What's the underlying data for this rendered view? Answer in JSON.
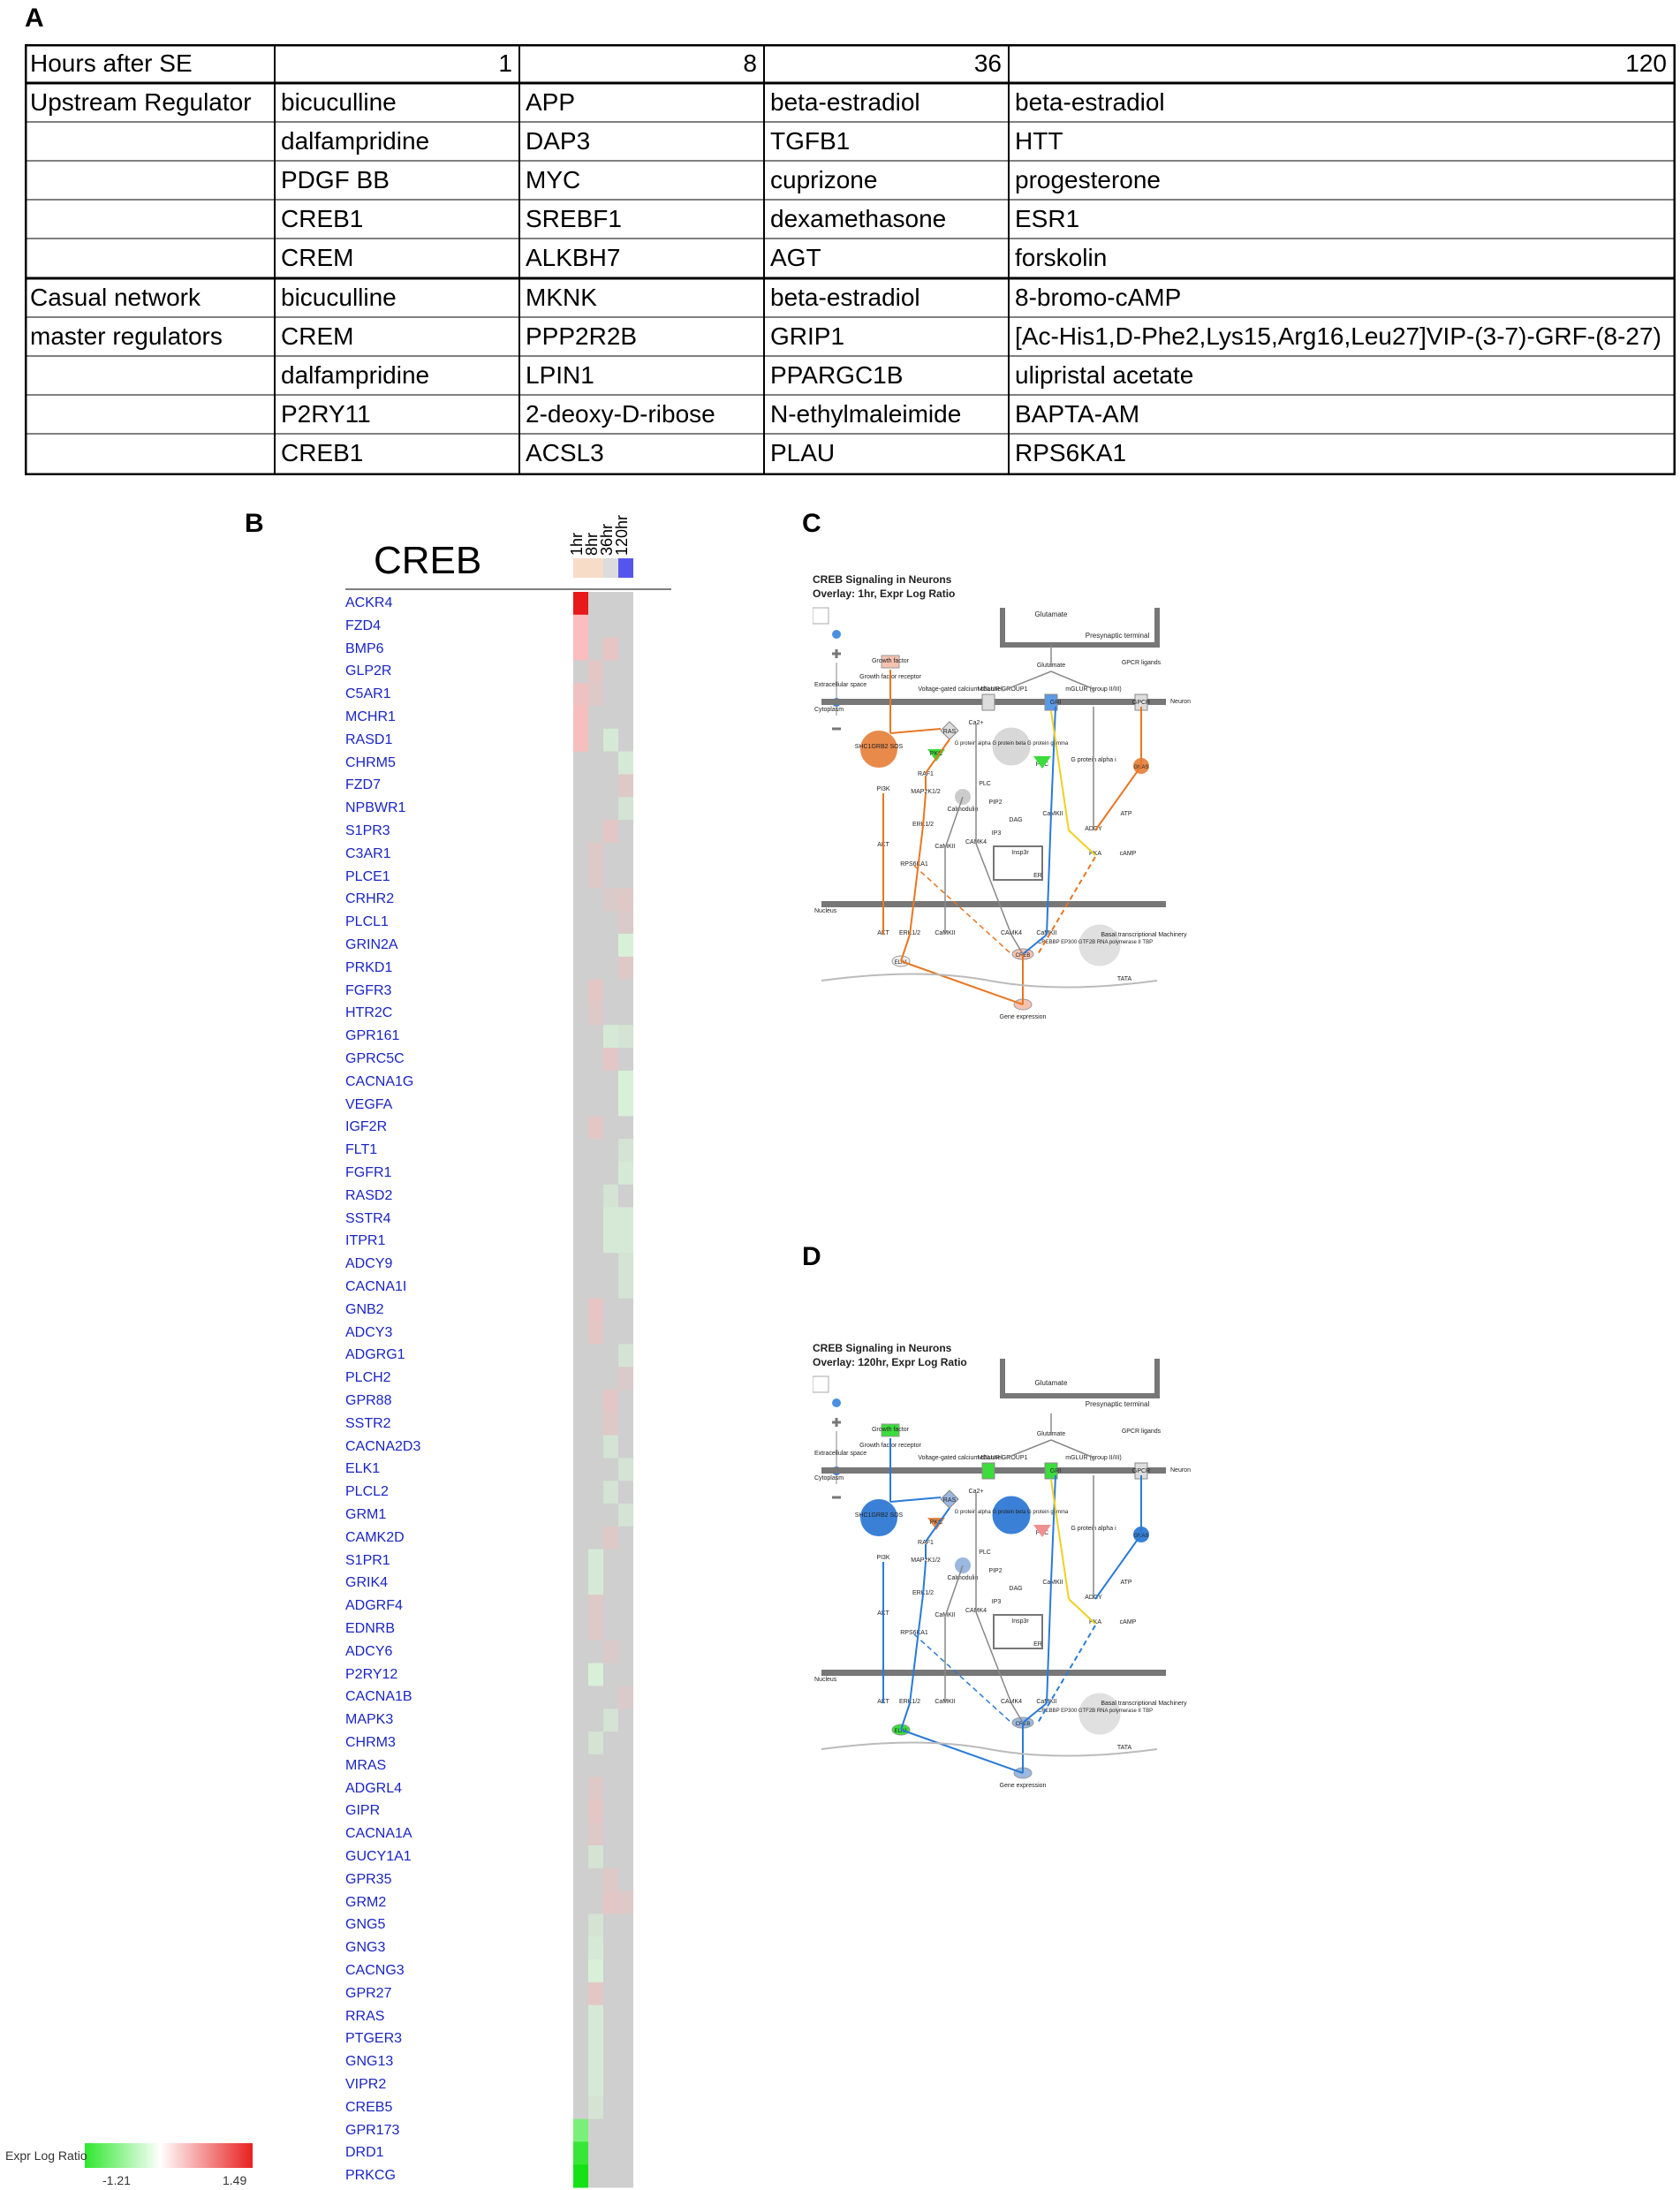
{
  "panels": {
    "a": "A",
    "b": "B",
    "c": "C",
    "d": "D"
  },
  "table_a": {
    "header": [
      "Hours after SE",
      "1",
      "8",
      "36",
      "120"
    ],
    "sections": [
      {
        "labels": [
          "Upstream Regulator",
          "",
          "",
          "",
          ""
        ],
        "rows": [
          [
            "bicuculline",
            "APP",
            "beta-estradiol",
            "beta-estradiol"
          ],
          [
            "dalfampridine",
            "DAP3",
            "TGFB1",
            "HTT"
          ],
          [
            "PDGF BB",
            "MYC",
            "cuprizone",
            "progesterone"
          ],
          [
            "CREB1",
            "SREBF1",
            "dexamethasone",
            "ESR1"
          ],
          [
            "CREM",
            "ALKBH7",
            "AGT",
            "forskolin"
          ]
        ]
      },
      {
        "labels": [
          "Casual network",
          "master regulators",
          "",
          "",
          ""
        ],
        "rows": [
          [
            "bicuculline",
            "MKNK",
            "beta-estradiol",
            "8-bromo-cAMP"
          ],
          [
            "CREM",
            "PPP2R2B",
            "GRIP1",
            "[Ac-His1,D-Phe2,Lys15,Arg16,Leu27]VIP-(3-7)-GRF-(8-27)"
          ],
          [
            "dalfampridine",
            "LPIN1",
            "PPARGC1B",
            "ulipristal acetate"
          ],
          [
            "P2RY11",
            "2-deoxy-D-ribose",
            "N-ethylmaleimide",
            "BAPTA-AM"
          ],
          [
            "CREB1",
            "ACSL3",
            "PLAU",
            "RPS6KA1"
          ]
        ]
      }
    ]
  },
  "heatmap": {
    "title": "CREB",
    "columns": [
      "1hr",
      "8hr",
      "36hr",
      "120hr"
    ],
    "header_colors": [
      "#f7dcc8",
      "#f7dcc8",
      "#dcdcdc",
      "#5555ee"
    ],
    "genes": [
      "ACKR4",
      "FZD4",
      "BMP6",
      "GLP2R",
      "C5AR1",
      "MCHR1",
      "RASD1",
      "CHRM5",
      "FZD7",
      "NPBWR1",
      "S1PR3",
      "C3AR1",
      "PLCE1",
      "CRHR2",
      "PLCL1",
      "GRIN2A",
      "PRKD1",
      "FGFR3",
      "HTR2C",
      "GPR161",
      "GPRC5C",
      "CACNA1G",
      "VEGFA",
      "IGF2R",
      "FLT1",
      "FGFR1",
      "RASD2",
      "SSTR4",
      "ITPR1",
      "ADCY9",
      "CACNA1I",
      "GNB2",
      "ADCY3",
      "ADGRG1",
      "PLCH2",
      "GPR88",
      "SSTR2",
      "CACNA2D3",
      "ELK1",
      "PLCL2",
      "GRM1",
      "CAMK2D",
      "S1PR1",
      "GRIK4",
      "ADGRF4",
      "EDNRB",
      "ADCY6",
      "P2RY12",
      "CACNA1B",
      "MAPK3",
      "CHRM3",
      "MRAS",
      "ADGRL4",
      "GIPR",
      "CACNA1A",
      "GUCY1A1",
      "GPR35",
      "GRM2",
      "GNG5",
      "GNG3",
      "CACNG3",
      "GPR27",
      "RRAS",
      "PTGER3",
      "GNG13",
      "VIPR2",
      "CREB5",
      "GPR173",
      "DRD1",
      "PRKCG"
    ],
    "values": [
      [
        1.45,
        0,
        0,
        0
      ],
      [
        0.55,
        0,
        0,
        0
      ],
      [
        0.55,
        0,
        0.3,
        0
      ],
      [
        0,
        0.25,
        0,
        0
      ],
      [
        0.4,
        0.2,
        0,
        0
      ],
      [
        0.5,
        0,
        0,
        0
      ],
      [
        0.5,
        0,
        -0.2,
        0
      ],
      [
        0,
        0,
        0,
        -0.2
      ],
      [
        0,
        0,
        0,
        0.2
      ],
      [
        0,
        0,
        0,
        -0.15
      ],
      [
        0,
        0,
        0.25,
        0
      ],
      [
        0,
        0.2,
        0,
        0
      ],
      [
        0,
        0.2,
        0,
        0
      ],
      [
        0,
        0,
        0.15,
        0.2
      ],
      [
        0,
        0,
        0,
        0.15
      ],
      [
        0,
        0,
        0,
        -0.25
      ],
      [
        0,
        0,
        0,
        0.2
      ],
      [
        0,
        0.25,
        0,
        0
      ],
      [
        0,
        0.2,
        0,
        0
      ],
      [
        0,
        0,
        -0.2,
        -0.15
      ],
      [
        0,
        0,
        0.25,
        0
      ],
      [
        0,
        0,
        0,
        -0.25
      ],
      [
        0,
        0,
        0,
        -0.25
      ],
      [
        0,
        0.25,
        0,
        0
      ],
      [
        0,
        0,
        0,
        -0.15
      ],
      [
        0,
        0,
        0,
        -0.2
      ],
      [
        0,
        0,
        -0.15,
        0
      ],
      [
        0,
        0,
        -0.2,
        -0.2
      ],
      [
        0,
        0,
        -0.2,
        -0.2
      ],
      [
        0,
        0,
        0,
        -0.15
      ],
      [
        0,
        0,
        0,
        -0.15
      ],
      [
        0,
        0.3,
        0,
        0
      ],
      [
        0,
        0.25,
        0,
        0
      ],
      [
        0,
        0,
        0,
        -0.15
      ],
      [
        0,
        0,
        0,
        0.15
      ],
      [
        0,
        0,
        0.25,
        0
      ],
      [
        0,
        0,
        0.2,
        0
      ],
      [
        0,
        0,
        -0.15,
        0
      ],
      [
        0,
        0,
        0,
        -0.15
      ],
      [
        0,
        0,
        -0.15,
        0
      ],
      [
        0,
        0,
        0,
        -0.15
      ],
      [
        0,
        0,
        0.2,
        0
      ],
      [
        0,
        -0.2,
        0,
        0
      ],
      [
        0,
        -0.2,
        0,
        0
      ],
      [
        0,
        0.2,
        0,
        0
      ],
      [
        0,
        0.2,
        0,
        0
      ],
      [
        0,
        0,
        0.15,
        0
      ],
      [
        0,
        -0.25,
        0,
        0
      ],
      [
        0,
        0,
        0,
        0.15
      ],
      [
        0,
        0,
        -0.15,
        0
      ],
      [
        0,
        -0.15,
        0,
        0
      ],
      [
        0,
        0,
        0,
        0
      ],
      [
        0,
        0.2,
        0,
        0
      ],
      [
        0,
        0.25,
        0,
        0
      ],
      [
        0,
        0.2,
        0,
        0
      ],
      [
        0,
        -0.15,
        0,
        0
      ],
      [
        0,
        0,
        0.2,
        0
      ],
      [
        0,
        0,
        0.25,
        0.2
      ],
      [
        0,
        -0.15,
        0,
        0
      ],
      [
        0,
        -0.2,
        0,
        0
      ],
      [
        0,
        -0.25,
        0,
        0
      ],
      [
        0,
        0.25,
        0,
        0
      ],
      [
        0,
        -0.2,
        0,
        0
      ],
      [
        0,
        -0.2,
        0,
        0
      ],
      [
        0,
        -0.2,
        0,
        0
      ],
      [
        0,
        -0.2,
        0,
        0
      ],
      [
        0,
        -0.15,
        0,
        0
      ],
      [
        -0.6,
        0,
        0,
        0
      ],
      [
        -1.0,
        0,
        0,
        0
      ],
      [
        -1.2,
        0,
        0,
        0
      ]
    ],
    "legend": {
      "label": "Expr Log Ratio",
      "min": "-1.21",
      "max": "1.49"
    }
  },
  "pathway_c": {
    "title": "CREB Signaling in Neurons",
    "subtitle": "Overlay: 1hr, Expr Log Ratio",
    "nodes": {
      "glutamate_top": "Glutamate",
      "presynaptic": "Presynaptic terminal",
      "glutamate": "Glutamate",
      "growth_factor": "Growth factor",
      "gf_receptor": "Growth factor receptor",
      "extracellular": "Extracellular space",
      "cytoplasm": "Cytoplasm",
      "neuron": "Neuron",
      "ca_channel": "Voltage-gated calcium channel",
      "mglur_group": "MGLUR GROUP1",
      "gri": "GRI",
      "mglur": "mGLUR (group II/III)",
      "gpcr_ligands": "GPCR ligands",
      "gpcr": "GPCR",
      "ras": "RAS",
      "shc": "SHC1GRB2 SOS",
      "pkc1": "PKC",
      "pkc2": "PKC",
      "raf1": "RAF1",
      "gprot": "G protein alpha G protein beta G protein gamma",
      "gprot_ai": "G protein alpha i",
      "gnas": "GNAS",
      "pi3k": "PI3K",
      "map2k": "MAP2K1/2",
      "calmodulin": "Calmodulin",
      "plc": "PLC",
      "pip2": "PIP2",
      "dag": "DAG",
      "camkii1": "CaMKII",
      "adcy": "ADCY",
      "atp": "ATP",
      "camp": "cAMP",
      "pka": "PKA",
      "ca2p": "Ca2+",
      "erk": "ERK1/2",
      "akt": "AKT",
      "camkii2": "CaMKII",
      "camk4": "CAMK4",
      "ip3": "IP3",
      "insp3r": "Insp3r",
      "er": "ER",
      "rps6ka1": "RPS6KA1",
      "nucleus": "Nucleus",
      "akt_n": "AKT",
      "erk_n": "ERK1/2",
      "camkii_n": "CaMKII",
      "camk4_n": "CAMK4",
      "camkii_n2": "CaMKII",
      "crebbp": "CREBBP EP300 GTF2B RNA polymerase II TBP",
      "basal": "Basal transcriptional Machinery",
      "elk1": "ELK1",
      "creb": "CREB",
      "tata": "TATA",
      "gene_expr": "Gene expression"
    }
  },
  "pathway_d": {
    "title": "CREB Signaling in Neurons",
    "subtitle": "Overlay: 120hr, Expr Log Ratio"
  },
  "colors": {
    "orange": "#e87722",
    "blue": "#2a7bd6",
    "yellow": "#f0d020",
    "gray": "#888888",
    "green": "#3cdc3c",
    "node_gray": "#cfcfcf"
  }
}
